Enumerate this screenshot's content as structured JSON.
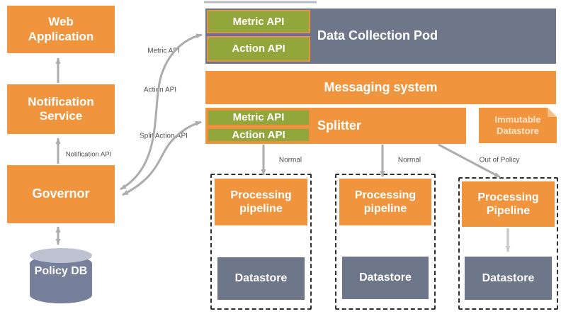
{
  "left_column": {
    "web_application": "Web Application",
    "notification_service": "Notification Service",
    "governor": "Governor",
    "policy_db": "Policy DB"
  },
  "data_collection_pod": {
    "title": "Data Collection Pod",
    "metric_api": "Metric API",
    "action_api": "Action API"
  },
  "messaging_system": {
    "title": "Messaging system"
  },
  "splitter": {
    "title": "Splitter",
    "metric_api": "Metric API",
    "action_api": "Action API"
  },
  "immutable_datastore": {
    "title": "Immutable Datastore"
  },
  "pipelines": [
    {
      "name": "Processing pipeline",
      "datastore": "Datastore"
    },
    {
      "name": "Processing pipeline",
      "datastore": "Datastore"
    },
    {
      "name": "Processing Pipeline",
      "datastore": "Datastore"
    }
  ],
  "edge_labels": {
    "metric_api": "Metric API",
    "action_api": "Action API",
    "split_action_api": "Split Action API",
    "notification_api": "Notification API",
    "normal_left": "Normal",
    "normal_middle": "Normal",
    "out_of_policy": "Out of Policy"
  },
  "colors": {
    "orange": "#F0943D",
    "orange_border": "#E8923E",
    "olive": "#93A63C",
    "slate": "#6E7789",
    "purple_divider": "#6F6BA3",
    "arrow_gray": "#ACACAC",
    "light_arrow": "#C9CBCD",
    "label_text": "#4F5054",
    "cylinder_top": "#BCC2CF",
    "cylinder_body": "#76809B",
    "dashed_border": "#2F2F2F",
    "fold": "#F6BE82",
    "top_sliver": "#B8BBC1"
  }
}
